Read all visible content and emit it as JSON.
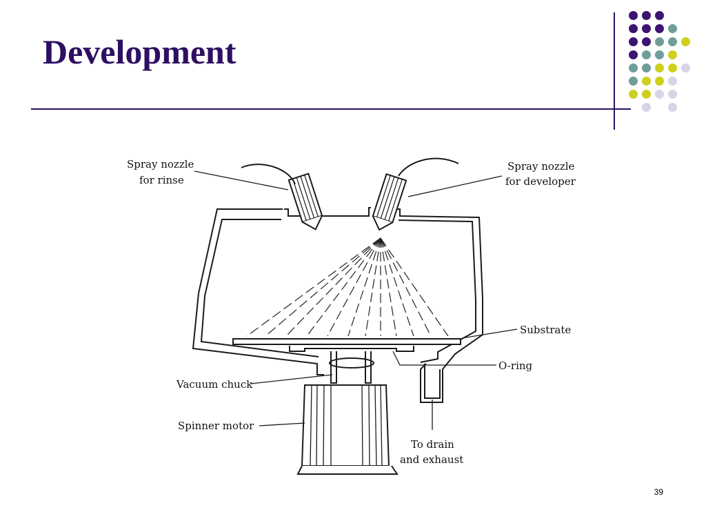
{
  "slide": {
    "title": "Development",
    "page_number": "39"
  },
  "colors": {
    "title": "#2e0f62",
    "rule": "#2e0f62",
    "dot_purple": "#3d1470",
    "dot_teal": "#6f9e9a",
    "dot_yellow": "#cfcf1e",
    "dot_lavender": "#d6d4e6"
  },
  "diagram": {
    "labels": {
      "spray_rinse_1": "Spray nozzle",
      "spray_rinse_2": "for rinse",
      "spray_dev_1": "Spray nozzle",
      "spray_dev_2": "for developer",
      "substrate": "Substrate",
      "o_ring": "O-ring",
      "vacuum_chuck": "Vacuum chuck",
      "spinner_motor": "Spinner motor",
      "drain_1": "To drain",
      "drain_2": "and exhaust"
    }
  }
}
